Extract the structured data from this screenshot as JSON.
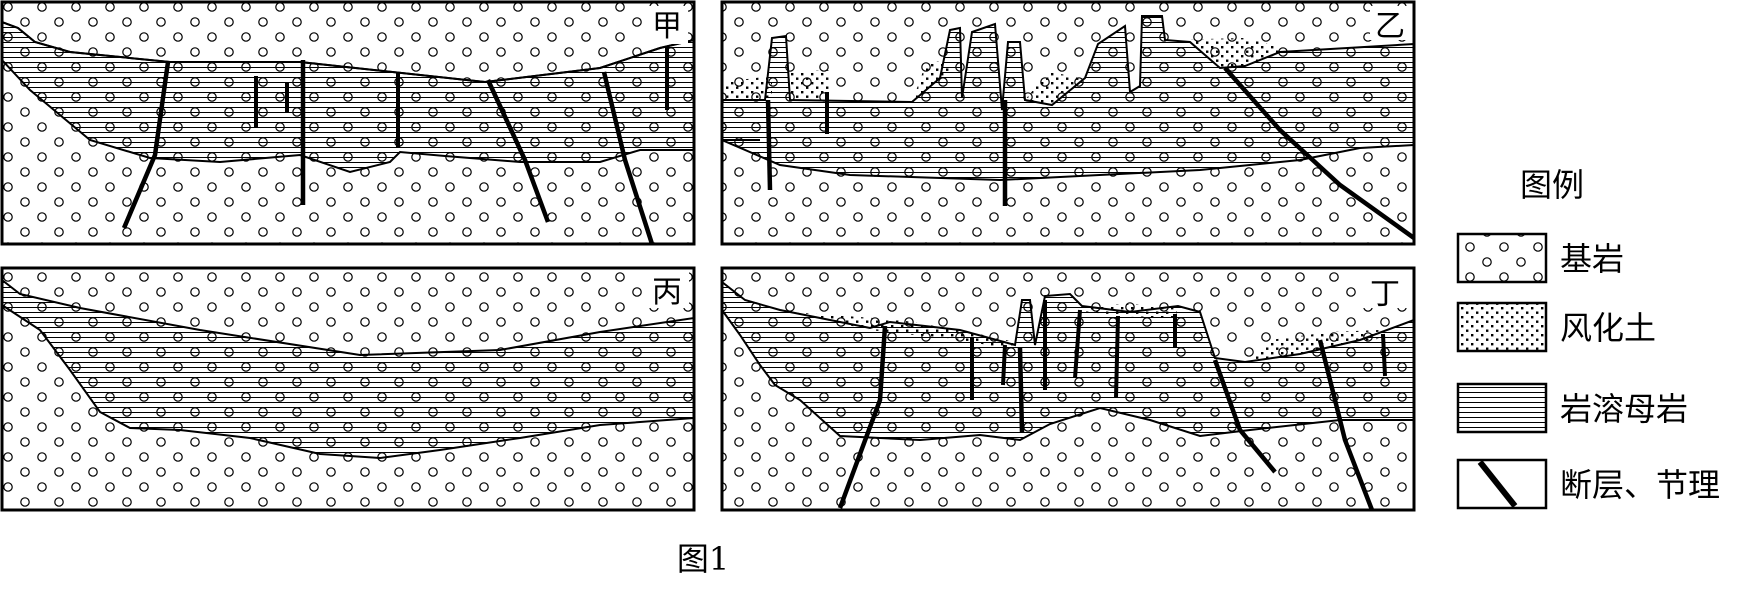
{
  "panels": {
    "jia": "甲",
    "yi": "乙",
    "bing": "丙",
    "ding": "丁"
  },
  "legend": {
    "title": "图例",
    "items": [
      {
        "key": "bedrock",
        "label": "基岩"
      },
      {
        "key": "weathered-soil",
        "label": "风化土"
      },
      {
        "key": "karst-parent-rock",
        "label": "岩溶母岩"
      },
      {
        "key": "fault-joint",
        "label": "断层、节理"
      }
    ]
  },
  "caption": "图1"
}
